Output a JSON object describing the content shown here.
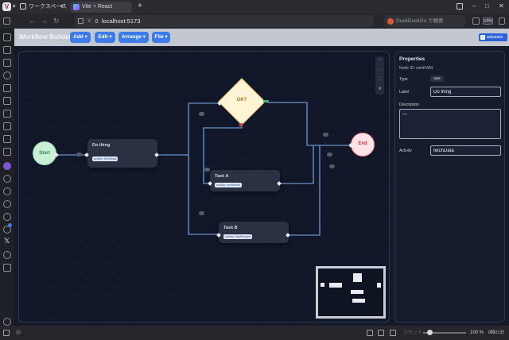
{
  "browser": {
    "workspace_label": "ワークスペース",
    "tab_title": "Vite + React",
    "new_tab": "+",
    "url_scheme_icon": "V",
    "url": "localhost:5173",
    "search_placeholder": "DuckDuckGo で検索",
    "badge_label": "VPN",
    "status": {
      "reset_label": "リセット",
      "zoom": "100 %",
      "time": "0時21分"
    }
  },
  "app": {
    "title": "Workflow Builder",
    "menus": [
      "Add ▾",
      "Edit ▾",
      "Arrange ▾",
      "File ▾"
    ],
    "autosave_label": "autosave",
    "autosave_checked": true
  },
  "canvas": {
    "nodes": {
      "start": "Start",
      "do_thing": {
        "title": "Do thing",
        "pill": "activity: fetchData"
      },
      "decision": "OK?",
      "task_a": {
        "title": "Task A",
        "pill": "activity: sendEmail"
      },
      "task_b": {
        "title": "Task B",
        "pill": "activity: httpRequest"
      },
      "end": "End"
    },
    "zoom_controls": [
      "+",
      "−",
      "⛶",
      "■"
    ]
  },
  "properties": {
    "heading": "Properties",
    "node_id": "Node ID: wimKW5t",
    "type_label": "Type",
    "type_value": "task",
    "label_label": "Label",
    "label_value": "Do thing",
    "description_label": "Description",
    "description_value": "—",
    "activity_label": "Activity",
    "activity_value": "fetchData"
  },
  "colors": {
    "accent": "#3d7ce8",
    "edge": "#7fb0f0",
    "start_fill": "#c9f0d6",
    "end_fill": "#fde3e6",
    "decision_fill": "#fff4d6"
  }
}
